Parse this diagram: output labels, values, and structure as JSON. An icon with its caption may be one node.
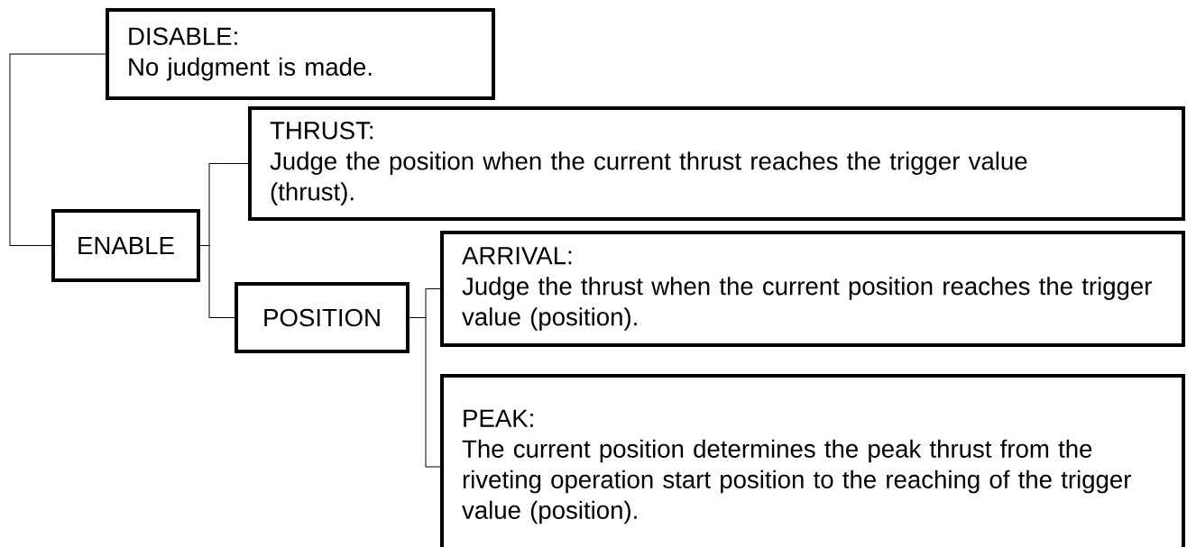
{
  "diagram": {
    "nodes": [
      {
        "text": [
          "DISABLE:",
          "No judgment is made."
        ]
      },
      {
        "text": [
          "ENABLE"
        ]
      },
      {
        "text": [
          "THRUST:",
          "Judge the position when the current thrust reaches the trigger value (thrust)."
        ]
      },
      {
        "text": [
          "POSITION"
        ]
      },
      {
        "text": [
          "ARRIVAL:",
          "Judge the thrust when the current position reaches the trigger value (position)."
        ]
      },
      {
        "text": [
          "PEAK:",
          "The current position determines the peak thrust from the riveting operation start position to the reaching of the trigger value (position)."
        ]
      }
    ],
    "edges": [
      {
        "from": 0,
        "to": 1,
        "arrow": "none"
      },
      {
        "from": 1,
        "to": 2,
        "arrow": "none"
      },
      {
        "from": 1,
        "to": 3,
        "arrow": "none"
      },
      {
        "from": 3,
        "to": 4,
        "arrow": "none"
      },
      {
        "from": 3,
        "to": 5,
        "arrow": "none"
      }
    ]
  }
}
